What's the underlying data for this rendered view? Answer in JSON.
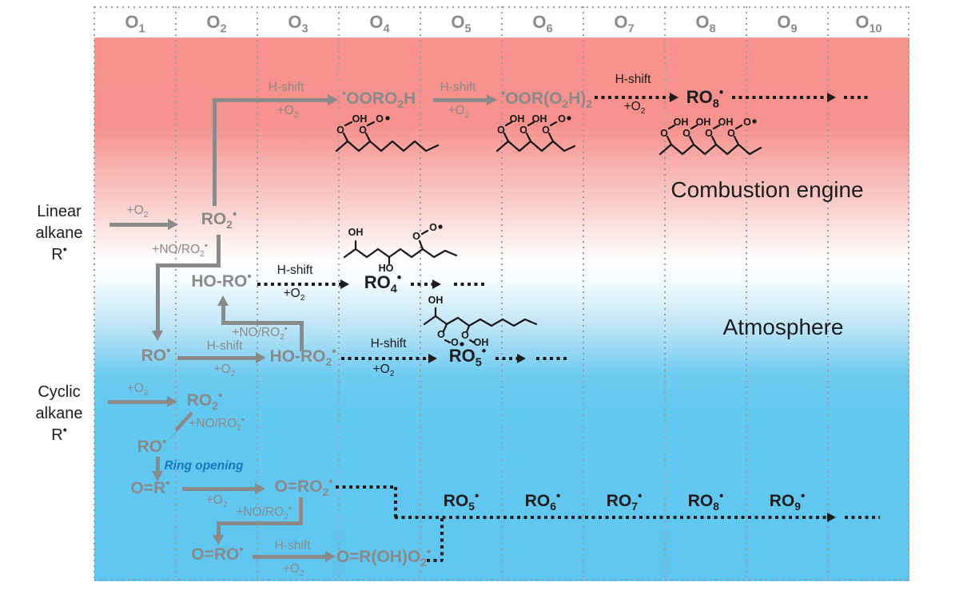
{
  "header": {
    "columns": [
      "O_{1}",
      "O_{2}",
      "O_{3}",
      "O_{4}",
      "O_{5}",
      "O_{6}",
      "O_{7}",
      "O_{8}",
      "O_{9}",
      "O_{10}"
    ]
  },
  "side": {
    "linear": [
      "Linear",
      "alkane",
      "R^{•}"
    ],
    "cyclic": [
      "Cyclic",
      "alkane",
      "R^{•}"
    ]
  },
  "regions": {
    "combustion": "Combustion engine",
    "atmosphere": "Atmosphere"
  },
  "lab": {
    "hshift": "H-shift",
    "o2": "+O_{2}",
    "noro2": "+NO/RO_{2}^{•}",
    "ring": "Ring opening"
  },
  "species": {
    "linear_ro2": "RO_{2}^{•}",
    "oo_ro2h": "^{•}OORO_{2}H",
    "oo_r_o2h_2": "^{•}OOR(O_{2}H)_{2}",
    "ro8_top": "RO_{8}^{•}",
    "ho_ro": "HO-RO^{•}",
    "ro4": "RO_{4}^{•}",
    "ro_linear": "RO^{•}",
    "ho_ro2": "HO-RO_{2}^{•}",
    "ro5_mid": "RO_{5}^{•}",
    "cyclic_ro2": "RO_{2}^{•}",
    "ro_cyclic": "RO^{•}",
    "o_r": "O=R^{•}",
    "o_ro2": "O=RO_{2}^{•}",
    "o_ro": "O=RO^{•}",
    "o_r_oh_o2": "O=R(OH)O_{2}^{•}",
    "bottom": [
      "RO_{5}^{•}",
      "RO_{6}^{•}",
      "RO_{7}^{•}",
      "RO_{8}^{•}",
      "RO_{9}^{•}"
    ]
  },
  "mol": {
    "m1": {
      "atoms": [
        "O",
        "OH",
        "O",
        "O"
      ]
    },
    "m2": {
      "atoms": [
        "O",
        "OH",
        "O",
        "OH",
        "O",
        "O"
      ]
    },
    "m3": {
      "atoms": [
        "O",
        "OH",
        "O",
        "OH",
        "O",
        "OH",
        "O",
        "O"
      ]
    },
    "m4": {
      "atoms": [
        "OH",
        "HO",
        "O",
        "O"
      ]
    },
    "m5": {
      "atoms": [
        "OH",
        "O",
        "O",
        "O",
        "OH"
      ]
    }
  },
  "colors": {
    "combustion_red": "#F7928C",
    "atmosphere_blue": "#63C8F0",
    "gray_pathway": "#8A8A8A",
    "black_pathway": "#1C1C1C",
    "ring_opening_blue": "#1878BE",
    "grid_dots": "#9C9C9C"
  }
}
